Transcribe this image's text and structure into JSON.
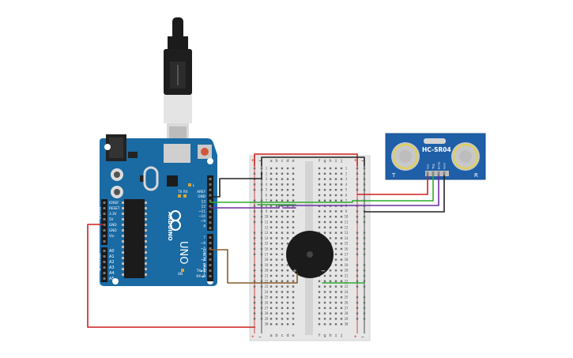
{
  "arduino": {
    "brand": "ARDUINO",
    "model": "UNO",
    "header_top": [
      "AREF",
      "GND",
      "13",
      "12",
      "~11",
      "~10",
      "~9",
      "8"
    ],
    "header_top2": [
      "7",
      "~6",
      "~5",
      "4",
      "~3",
      "2",
      "TX►1",
      "RX◄0"
    ],
    "digital_label": "DIGITAL (PWM~)",
    "power_pins": [
      "IOREF",
      "RESET",
      "3.3V",
      "5V",
      "GND",
      "GND",
      "Vin"
    ],
    "power_label": "POWER",
    "analog_pins": [
      "A0",
      "A1",
      "A2",
      "A3",
      "A4",
      "A5"
    ],
    "analog_label": "ANALOG IN",
    "tx_label": "TX",
    "rx_label": "RX",
    "l_label": "L",
    "on_label": "ON"
  },
  "sensor": {
    "model": "HC-SR04",
    "pins": [
      "Vcc",
      "Trig",
      "Echo",
      "Gnd"
    ],
    "left_letter": "T",
    "right_letter": "R"
  },
  "breadboard": {
    "col_letters_left": [
      "a",
      "b",
      "c",
      "d",
      "e"
    ],
    "col_letters_right": [
      "f",
      "g",
      "h",
      "i",
      "j"
    ],
    "rows": 30,
    "plus": "+",
    "minus": "−"
  },
  "buzzer": {
    "plus": "+",
    "minus": "−"
  },
  "colors": {
    "board": "#1a6aa3",
    "wire_red": "#d01f1f",
    "wire_black": "#222222",
    "wire_green": "#2eaa2e",
    "wire_purple": "#6b2fa0",
    "wire_brown": "#8b5a2b"
  }
}
